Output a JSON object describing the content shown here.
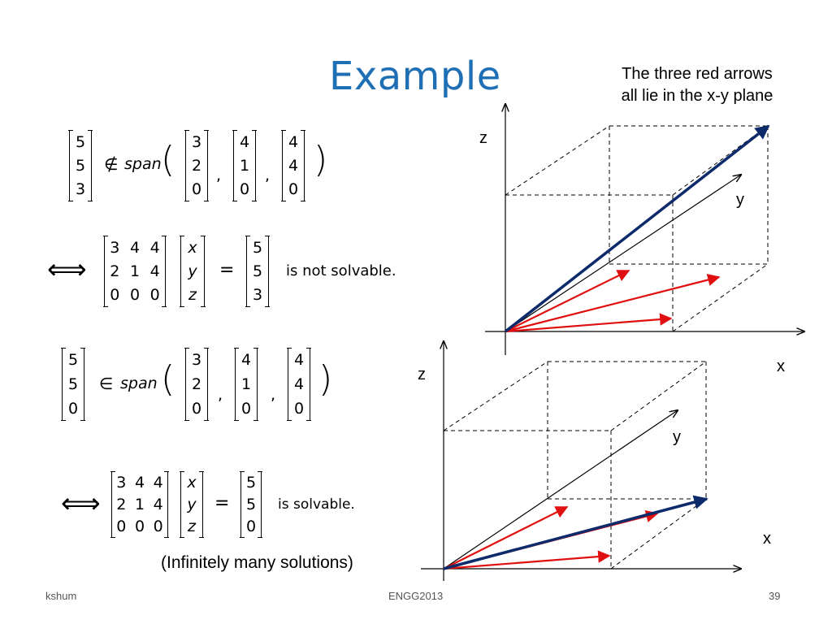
{
  "slide": {
    "title": "Example",
    "note_line1": "The three red arrows",
    "note_line2": "all lie in the x-y plane",
    "solutions_note": "(Infinitely many solutions)"
  },
  "eq1": {
    "vector": [
      "5",
      "5",
      "3"
    ],
    "relation": "∉",
    "span_word": "span",
    "v1": [
      "3",
      "2",
      "0"
    ],
    "v2": [
      "4",
      "1",
      "0"
    ],
    "v3": [
      "4",
      "4",
      "0"
    ],
    "comma": ","
  },
  "eq2": {
    "iff": "⟺",
    "matrix": [
      [
        "3",
        "4",
        "4"
      ],
      [
        "2",
        "1",
        "4"
      ],
      [
        "0",
        "0",
        "0"
      ]
    ],
    "unknowns": [
      "x",
      "y",
      "z"
    ],
    "equals": "=",
    "rhs": [
      "5",
      "5",
      "3"
    ],
    "verdict": "is not solvable."
  },
  "eq3": {
    "vector": [
      "5",
      "5",
      "0"
    ],
    "relation": "∈",
    "span_word": "span",
    "v1": [
      "3",
      "2",
      "0"
    ],
    "v2": [
      "4",
      "1",
      "0"
    ],
    "v3": [
      "4",
      "4",
      "0"
    ],
    "comma": ","
  },
  "eq4": {
    "iff": "⟺",
    "matrix": [
      [
        "3",
        "4",
        "4"
      ],
      [
        "2",
        "1",
        "4"
      ],
      [
        "0",
        "0",
        "0"
      ]
    ],
    "unknowns": [
      "x",
      "y",
      "z"
    ],
    "equals": "=",
    "rhs": [
      "5",
      "5",
      "0"
    ],
    "verdict": "is solvable."
  },
  "diagram_top": {
    "z_label": "z",
    "y_label": "y",
    "x_label": "x"
  },
  "diagram_bottom": {
    "z_label": "z",
    "y_label": "y",
    "x_label": "x"
  },
  "colors": {
    "title": "#1f6fb4",
    "red_arrow": "#e01010",
    "blue_arrow": "#0d2a6b"
  },
  "footer": {
    "author": "kshum",
    "course": "ENGG2013",
    "page": "39"
  }
}
